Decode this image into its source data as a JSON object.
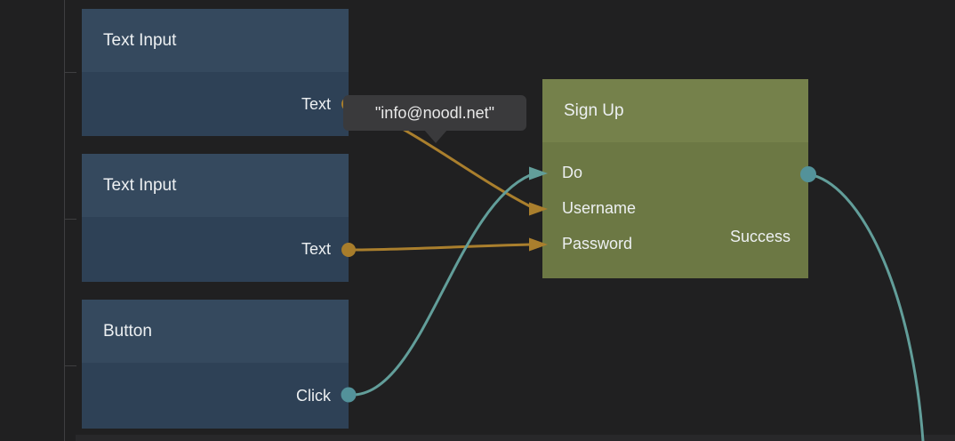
{
  "editor": {
    "kind": "node-graph-editor",
    "background_color": "#202021",
    "guide_color": "#3e3e40"
  },
  "colors": {
    "data_wire": "#aa7f2d",
    "signal_wire": "#629e9a",
    "data_port_dot": "#a87d2b",
    "signal_port_dot": "#53929a",
    "blue_node_header": "#35495e",
    "blue_node_body": "#2e4156",
    "olive_node_header": "#75814b",
    "olive_node_body": "#6c7844",
    "tooltip_background": "#3a3a3c"
  },
  "nodes": [
    {
      "id": "text-input-1",
      "title": "Text Input",
      "outputs": [
        {
          "label": "Text"
        }
      ]
    },
    {
      "id": "text-input-2",
      "title": "Text Input",
      "outputs": [
        {
          "label": "Text"
        }
      ]
    },
    {
      "id": "button-1",
      "title": "Button",
      "outputs": [
        {
          "label": "Click"
        }
      ]
    },
    {
      "id": "sign-up",
      "title": "Sign Up",
      "inputs": [
        {
          "label": "Do"
        },
        {
          "label": "Username"
        },
        {
          "label": "Password"
        }
      ],
      "outputs": [
        {
          "label": "Success"
        }
      ]
    }
  ],
  "tooltip": {
    "value": "\"info@noodl.net\""
  },
  "connections": [
    {
      "from": "text-input-1.Text",
      "to": "sign-up.Username",
      "type": "data"
    },
    {
      "from": "text-input-2.Text",
      "to": "sign-up.Password",
      "type": "data"
    },
    {
      "from": "button-1.Click",
      "to": "sign-up.Do",
      "type": "signal"
    },
    {
      "from": "sign-up.Success",
      "to": "offscreen-bottom-right",
      "type": "signal"
    }
  ]
}
